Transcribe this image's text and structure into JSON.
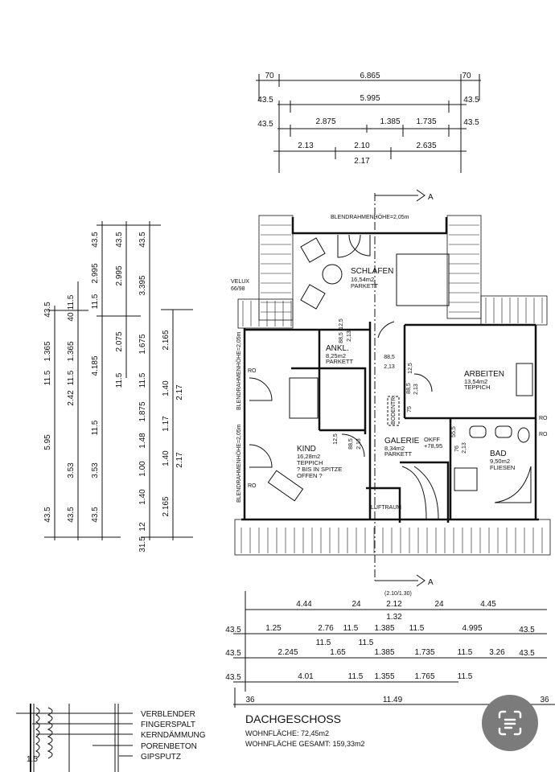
{
  "section_marker": "A",
  "section_note": "(2.10/1.30)",
  "blendrahmen_top": "BLENDRAHMENHÖHE=2,05m",
  "blendrahmen_side": "BLENDRAHMENHÖHE=2,05m",
  "velux": {
    "line1": "VELUX",
    "line2": "66/98"
  },
  "rooms": {
    "schlafen": {
      "name": "SCHLAFEN",
      "area": "16,54m2",
      "floor": "PARKETT"
    },
    "ankl": {
      "name": "ANKL.",
      "area": "8,25m2",
      "floor": "PARKETT"
    },
    "arbeiten": {
      "name": "ARBEITEN",
      "area": "13,54m2",
      "floor": "TEPPICH"
    },
    "kind": {
      "name": "KIND",
      "area": "16,28m2",
      "floor": "TEPPICH",
      "note1": "? BIS IN SPITZE",
      "note2": "OFFEN ?"
    },
    "galerie": {
      "name": "GALERIE",
      "area": "8,34m2",
      "floor": "PARKETT"
    },
    "bad": {
      "name": "BAD",
      "area": "9,50m2",
      "floor": "FLIESEN"
    },
    "luftraum": "LUFTRAUM",
    "bodentr": "BODENTR."
  },
  "okff": {
    "label": "OKFF",
    "value": "+78,95"
  },
  "ro_label": "RO",
  "dimensions": {
    "top": [
      "70",
      "6.865",
      "70",
      "43.5",
      "5.995",
      "43.5",
      "43.5",
      "2.875",
      "1.385",
      "1.735",
      "43.5",
      "2.13",
      "2.10",
      "2.635",
      "2.17"
    ],
    "left": [
      "43.5",
      "1.365",
      "11.5",
      "5.95",
      "43.5",
      "11.5",
      "40",
      "1.365",
      "11.5",
      "2.42",
      "3.53",
      "43.5",
      "43.5",
      "2.995",
      "11.5",
      "4.185",
      "11.5",
      "3.53",
      "43.5",
      "43.5",
      "2.995",
      "2.075",
      "11.5",
      "43.5",
      "3.395",
      "1.675",
      "11.5",
      "1.875",
      "1.48",
      "1.00",
      "1.40",
      "12",
      "31.5",
      "2.165",
      "1.40",
      "2.17",
      "1.17",
      "1.40",
      "2.17",
      "2.165"
    ],
    "bottom": [
      "4.44",
      "24",
      "2.12",
      "24",
      "4.45",
      "1.32",
      "43.5",
      "1.25",
      "2.76",
      "11.5",
      "1.385",
      "11.5",
      "4.995",
      "43.5",
      "43.5",
      "2.245",
      "11.5",
      "1.65",
      "11.5",
      "1.385",
      "1.735",
      "11.5",
      "3.26",
      "43.5",
      "43.5",
      "4.01",
      "11.5",
      "1.355",
      "1.765",
      "11.5",
      "36",
      "11.49",
      "36"
    ],
    "interior": [
      "12,5",
      "88,5",
      "2,13",
      "88,5",
      "2,13",
      "12,5",
      "88,5",
      "2,13",
      "75",
      "12,5",
      "88,5",
      "2,13",
      "55,5",
      "76",
      "2,13"
    ]
  },
  "title": {
    "name": "DACHGESCHOSS",
    "area": "WOHNFLÄCHE: 72,45m2",
    "total": "WOHNFLÄCHE GESAMT: 159,33m2"
  },
  "legend": [
    "VERBLENDER",
    "FINGERSPALT",
    "KERNDÄMMUNG",
    "PORENBETON",
    "GIPSPUTZ"
  ],
  "legend_dim": "1.5",
  "scan_button": {
    "icon": "text-scan-icon"
  }
}
